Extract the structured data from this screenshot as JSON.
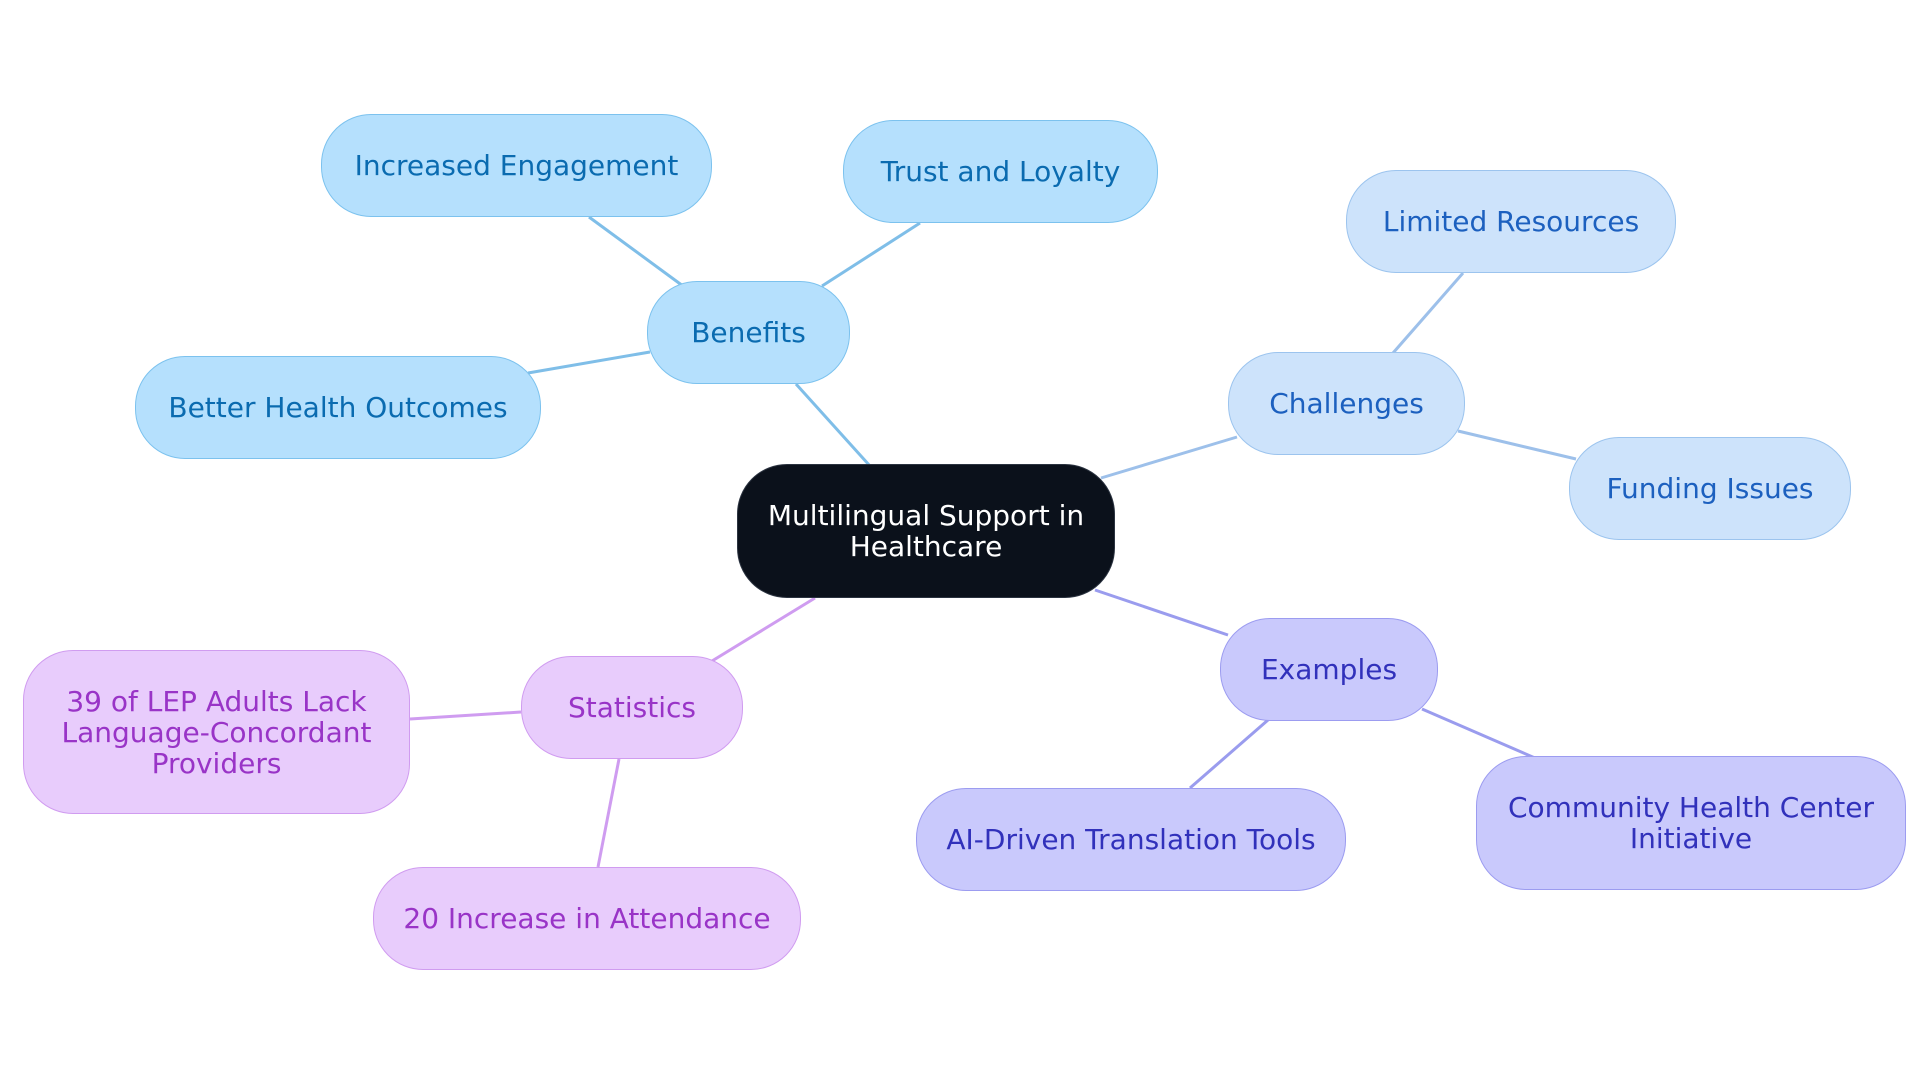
{
  "title": "Multilingual Support in Healthcare",
  "colors": {
    "root": "#0b111b",
    "benefits": "#b5e0fd",
    "benefits_edge": "#7fbee8",
    "challenges": "#cde3fb",
    "challenges_edge": "#9dc0ea",
    "examples": "#c9c9fc",
    "examples_edge": "#9a9cee",
    "statistics": "#e8ccfc",
    "statistics_edge": "#cf9cf0"
  },
  "branches": {
    "benefits": {
      "label": "Benefits",
      "children": [
        "Increased Engagement",
        "Trust and Loyalty",
        "Better Health Outcomes"
      ]
    },
    "challenges": {
      "label": "Challenges",
      "children": [
        "Limited Resources",
        "Funding Issues"
      ]
    },
    "examples": {
      "label": "Examples",
      "children": [
        "AI-Driven Translation Tools",
        "Community Health Center Initiative"
      ]
    },
    "statistics": {
      "label": "Statistics",
      "children": [
        "39 of LEP Adults Lack Language-Concordant Providers",
        "20 Increase in Attendance"
      ]
    }
  }
}
